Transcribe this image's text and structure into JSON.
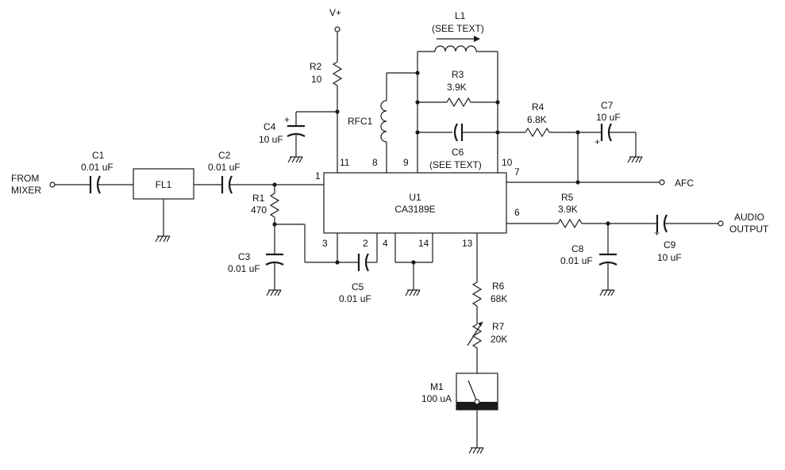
{
  "supply": {
    "label": "V+"
  },
  "ports": {
    "input": [
      "FROM",
      "MIXER"
    ],
    "afc": "AFC",
    "audio": [
      "AUDIO",
      "OUTPUT"
    ]
  },
  "components": {
    "C1": {
      "ref": "C1",
      "value": "0.01 uF"
    },
    "C2": {
      "ref": "C2",
      "value": "0.01 uF"
    },
    "C3": {
      "ref": "C3",
      "value": "0.01 uF"
    },
    "C4": {
      "ref": "C4",
      "value": "10 uF"
    },
    "C5": {
      "ref": "C5",
      "value": "0.01 uF"
    },
    "C6": {
      "ref": "C6",
      "value": "(SEE TEXT)"
    },
    "C7": {
      "ref": "C7",
      "value": "10 uF"
    },
    "C8": {
      "ref": "C8",
      "value": "0.01 uF"
    },
    "C9": {
      "ref": "C9",
      "value": "10 uF"
    },
    "R1": {
      "ref": "R1",
      "value": "470"
    },
    "R2": {
      "ref": "R2",
      "value": "10"
    },
    "R3": {
      "ref": "R3",
      "value": "3.9K"
    },
    "R4": {
      "ref": "R4",
      "value": "6.8K"
    },
    "R5": {
      "ref": "R5",
      "value": "3.9K"
    },
    "R6": {
      "ref": "R6",
      "value": "68K"
    },
    "R7": {
      "ref": "R7",
      "value": "20K"
    },
    "L1": {
      "ref": "L1",
      "value": "(SEE TEXT)"
    },
    "RFC1": {
      "ref": "RFC1"
    },
    "FL1": {
      "ref": "FL1"
    },
    "U1": {
      "ref": "U1",
      "value": "CA3189E"
    },
    "M1": {
      "ref": "M1",
      "value": "100 uA"
    }
  },
  "pins": {
    "p1": "1",
    "p2": "2",
    "p3": "3",
    "p4": "4",
    "p6": "6",
    "p7": "7",
    "p8": "8",
    "p9": "9",
    "p10": "10",
    "p11": "11",
    "p13": "13",
    "p14": "14"
  },
  "polarity": {
    "plus": "+"
  }
}
